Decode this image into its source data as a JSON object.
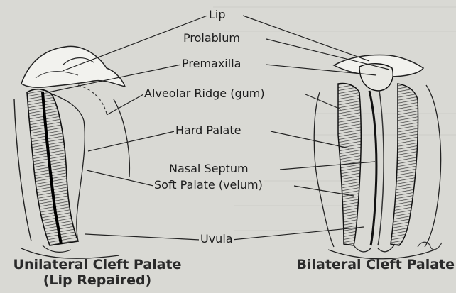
{
  "labels": {
    "lip": "Lip",
    "prolabium": "Prolabium",
    "premaxilla": "Premaxilla",
    "alveolar_ridge": "Alveolar Ridge (gum)",
    "hard_palate": "Hard Palate",
    "nasal_septum": "Nasal Septum",
    "soft_palate": "Soft Palate (velum)",
    "uvula": "Uvula"
  },
  "captions": {
    "left_line1": "Unilateral Cleft Palate",
    "left_line2": "(Lip Repaired)",
    "right": "Bilateral Cleft Palate"
  }
}
